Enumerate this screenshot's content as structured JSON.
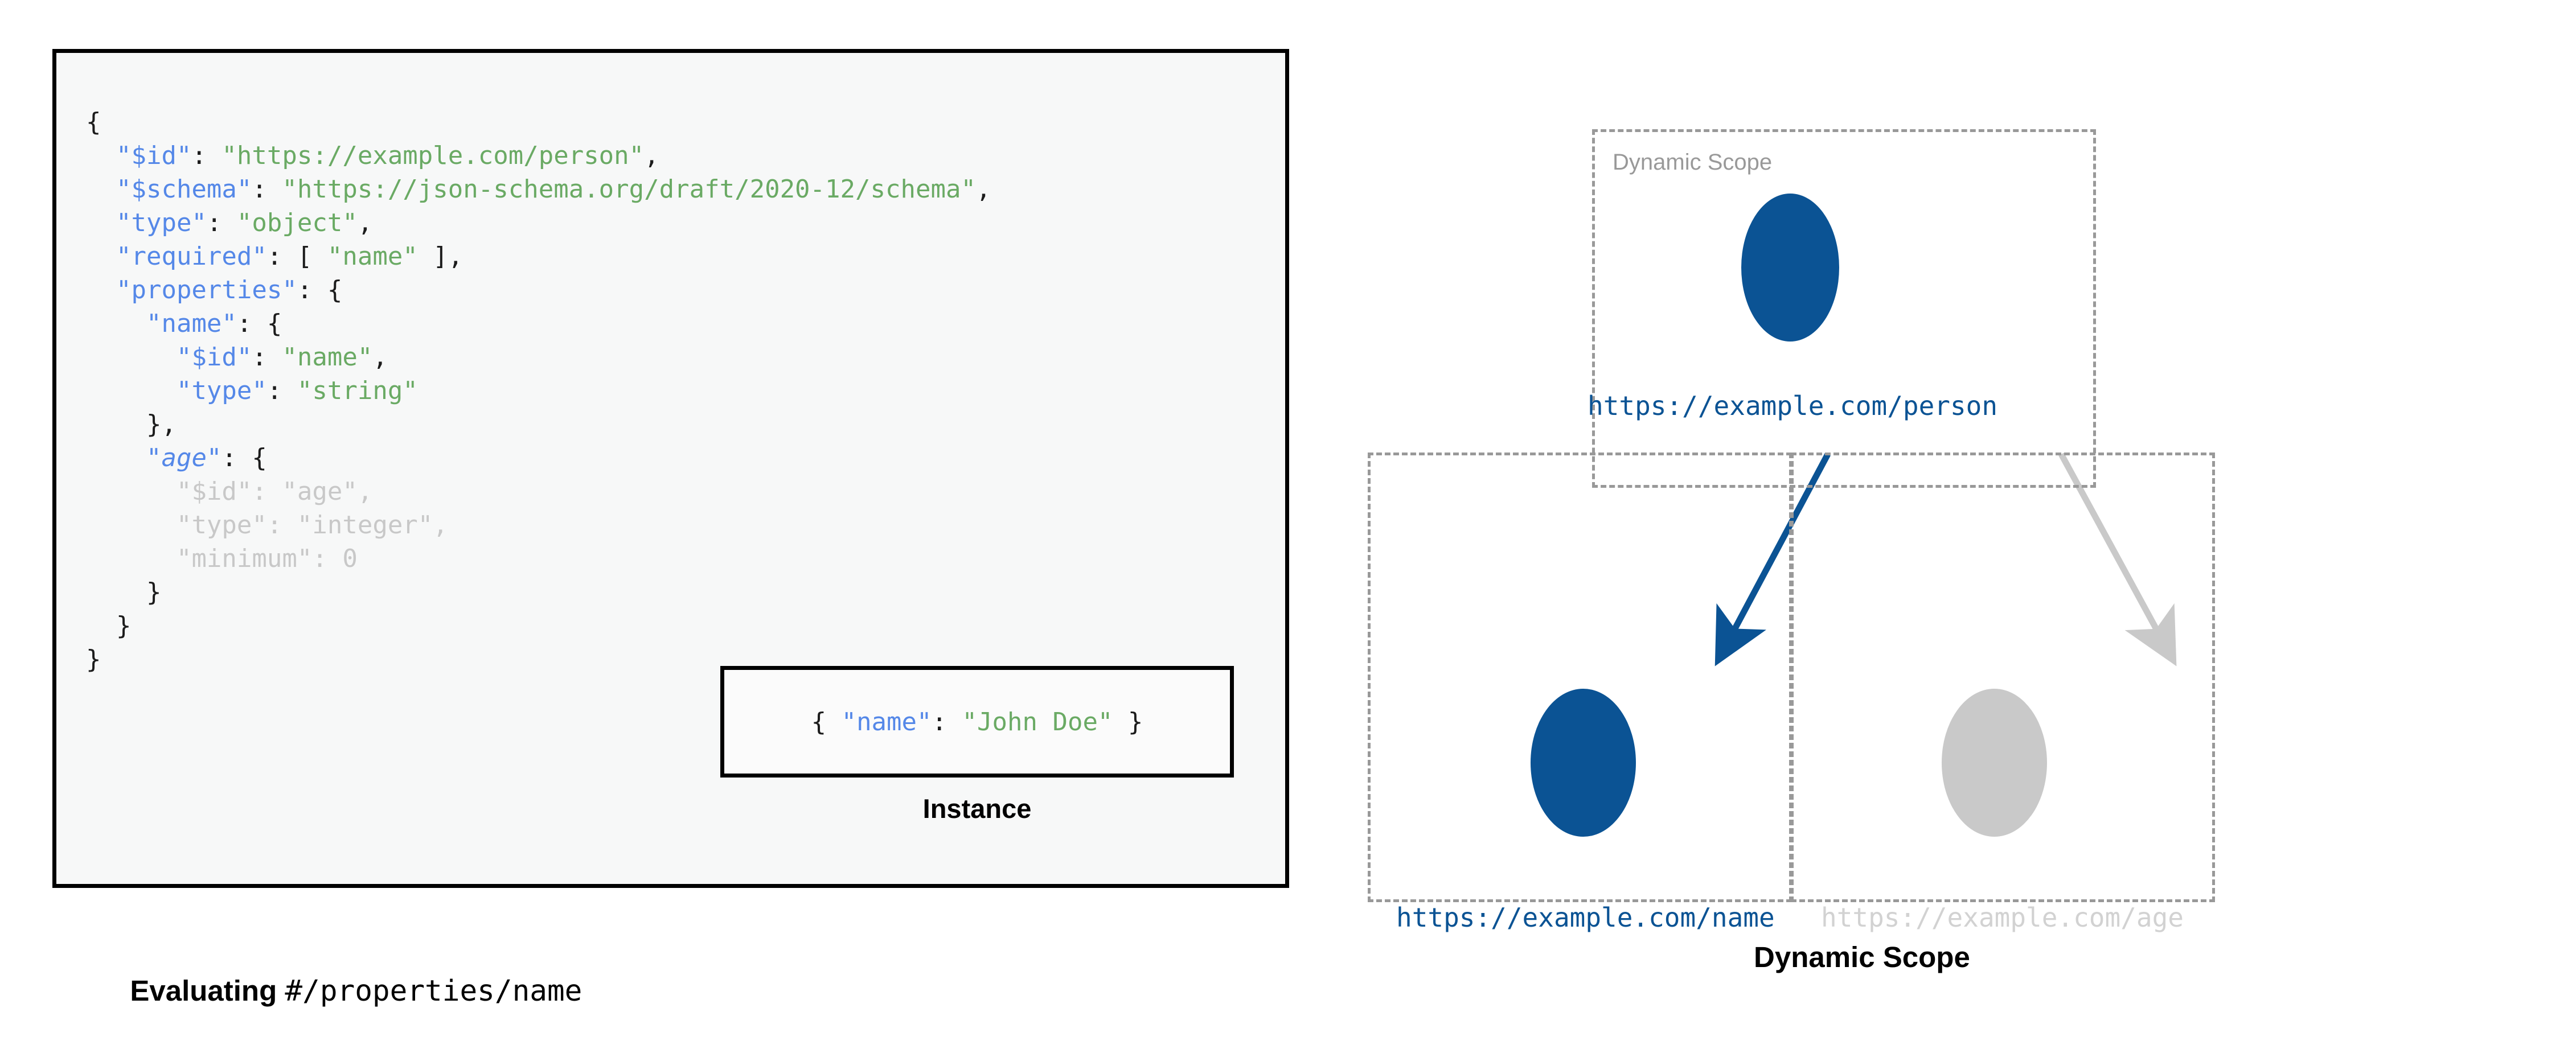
{
  "schema_panel": {
    "code_lines": [
      {
        "indent": 0,
        "segments": [
          {
            "t": "{",
            "c": "punc"
          }
        ]
      },
      {
        "indent": 1,
        "segments": [
          {
            "t": "\"$id\"",
            "c": "key"
          },
          {
            "t": ": ",
            "c": "punc"
          },
          {
            "t": "\"https://example.com/person\"",
            "c": "str"
          },
          {
            "t": ",",
            "c": "punc"
          }
        ]
      },
      {
        "indent": 1,
        "segments": [
          {
            "t": "\"$schema\"",
            "c": "key"
          },
          {
            "t": ": ",
            "c": "punc"
          },
          {
            "t": "\"https://json-schema.org/draft/2020-12/schema\"",
            "c": "str"
          },
          {
            "t": ",",
            "c": "punc"
          }
        ]
      },
      {
        "indent": 1,
        "segments": [
          {
            "t": "\"type\"",
            "c": "key"
          },
          {
            "t": ": ",
            "c": "punc"
          },
          {
            "t": "\"object\"",
            "c": "str"
          },
          {
            "t": ",",
            "c": "punc"
          }
        ]
      },
      {
        "indent": 1,
        "segments": [
          {
            "t": "\"required\"",
            "c": "key"
          },
          {
            "t": ": [ ",
            "c": "punc"
          },
          {
            "t": "\"name\"",
            "c": "str"
          },
          {
            "t": " ],",
            "c": "punc"
          }
        ]
      },
      {
        "indent": 1,
        "segments": [
          {
            "t": "\"properties\"",
            "c": "key"
          },
          {
            "t": ": {",
            "c": "punc"
          }
        ]
      },
      {
        "indent": 2,
        "segments": [
          {
            "t": "\"name\"",
            "c": "key"
          },
          {
            "t": ": {",
            "c": "punc"
          }
        ]
      },
      {
        "indent": 3,
        "segments": [
          {
            "t": "\"$id\"",
            "c": "key"
          },
          {
            "t": ": ",
            "c": "punc"
          },
          {
            "t": "\"name\"",
            "c": "str"
          },
          {
            "t": ",",
            "c": "punc"
          }
        ]
      },
      {
        "indent": 3,
        "segments": [
          {
            "t": "\"type\"",
            "c": "key"
          },
          {
            "t": ": ",
            "c": "punc"
          },
          {
            "t": "\"string\"",
            "c": "str"
          }
        ]
      },
      {
        "indent": 2,
        "segments": [
          {
            "t": "},",
            "c": "punc"
          }
        ]
      },
      {
        "indent": 2,
        "segments": [
          {
            "t": "\"age\"",
            "c": "key-it"
          },
          {
            "t": ": {",
            "c": "punc"
          }
        ]
      },
      {
        "indent": 3,
        "segments": [
          {
            "t": "\"$id\": \"age\",",
            "c": "dim"
          }
        ]
      },
      {
        "indent": 3,
        "segments": [
          {
            "t": "\"type\": \"integer\",",
            "c": "dim"
          }
        ]
      },
      {
        "indent": 3,
        "segments": [
          {
            "t": "\"minimum\": 0",
            "c": "dim"
          }
        ]
      },
      {
        "indent": 2,
        "segments": [
          {
            "t": "}",
            "c": "punc"
          }
        ]
      },
      {
        "indent": 1,
        "segments": [
          {
            "t": "}",
            "c": "punc"
          }
        ]
      },
      {
        "indent": 0,
        "segments": [
          {
            "t": "}",
            "c": "punc"
          }
        ]
      }
    ],
    "instance": {
      "segments": [
        {
          "t": "{ ",
          "c": "punc"
        },
        {
          "t": "\"name\"",
          "c": "key"
        },
        {
          "t": ": ",
          "c": "punc"
        },
        {
          "t": "\"John Doe\"",
          "c": "str"
        },
        {
          "t": " }",
          "c": "punc"
        }
      ],
      "label": "Instance"
    },
    "caption": {
      "bold_part": "Evaluating ",
      "mono_part": "#/properties/name"
    }
  },
  "scope_diagram": {
    "caption": "Dynamic Scope",
    "boxes": [
      {
        "id": "person",
        "tag": "Dynamic Scope"
      },
      {
        "id": "name",
        "tag": ""
      },
      {
        "id": "age",
        "tag": ""
      }
    ],
    "nodes": [
      {
        "id": "person",
        "label": "https://example.com/person",
        "state": "active"
      },
      {
        "id": "name",
        "label": "https://example.com/name",
        "state": "active"
      },
      {
        "id": "age",
        "label": "https://example.com/age",
        "state": "dimmed"
      }
    ],
    "edges": [
      {
        "from": "person",
        "to": "name",
        "state": "active"
      },
      {
        "from": "person",
        "to": "age",
        "state": "dimmed"
      }
    ]
  },
  "colors": {
    "accent_blue": "#0b5394",
    "dim_gray": "#c9c9c9",
    "key_blue": "#5588e8",
    "string_green": "#6aaa64",
    "dash_gray": "#999999",
    "code_bg": "#f7f8f8"
  }
}
